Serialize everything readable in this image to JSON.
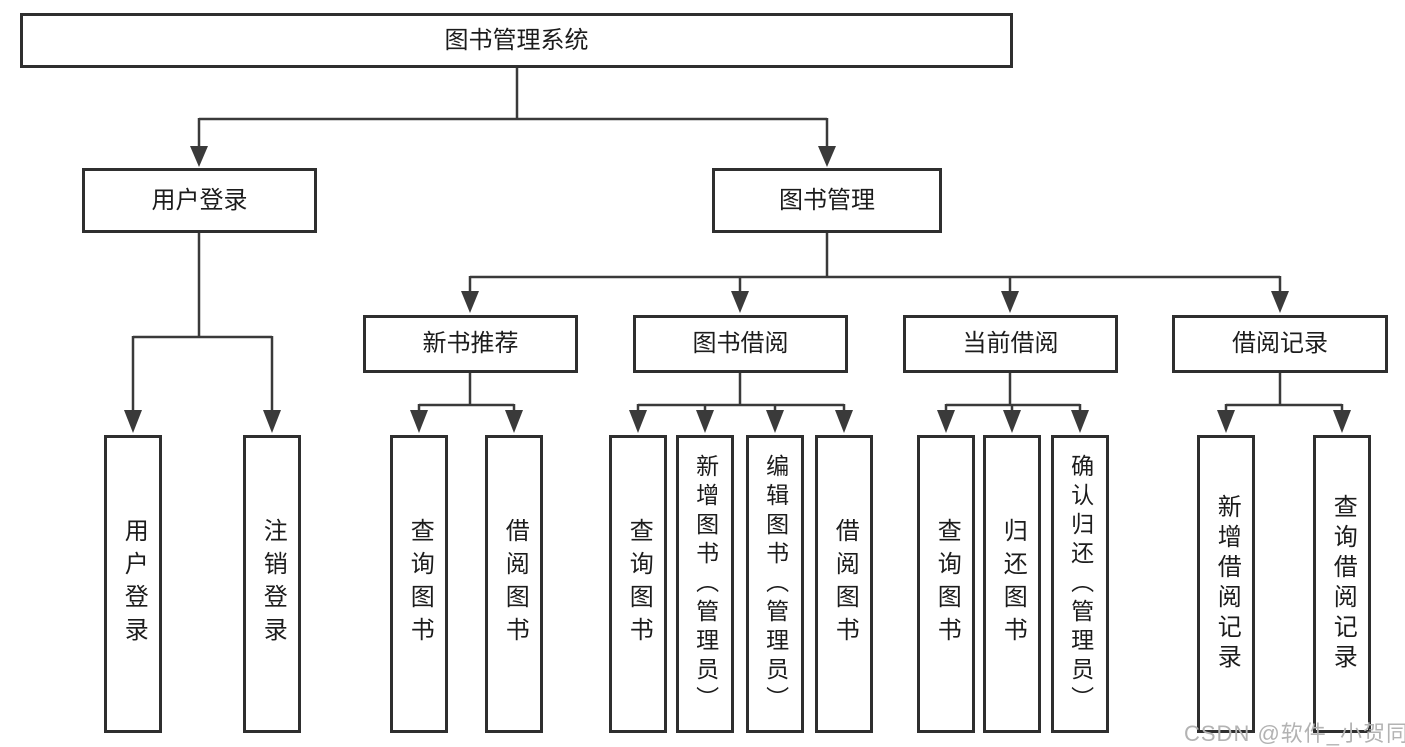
{
  "diagram": {
    "root": {
      "label": "图书管理系统"
    },
    "level1": [
      {
        "label": "用户登录",
        "parent": "图书管理系统"
      },
      {
        "label": "图书管理",
        "parent": "图书管理系统"
      }
    ],
    "level2": [
      {
        "label": "新书推荐",
        "parent": "图书管理"
      },
      {
        "label": "图书借阅",
        "parent": "图书管理"
      },
      {
        "label": "当前借阅",
        "parent": "图书管理"
      },
      {
        "label": "借阅记录",
        "parent": "图书管理"
      }
    ],
    "leaves": [
      {
        "label": "用户登录",
        "parent": "用户登录"
      },
      {
        "label": "注销登录",
        "parent": "用户登录"
      },
      {
        "label": "查询图书",
        "parent": "新书推荐"
      },
      {
        "label": "借阅图书",
        "parent": "新书推荐"
      },
      {
        "label": "查询图书",
        "parent": "图书借阅"
      },
      {
        "label": "新增图书（管理员）",
        "parent": "图书借阅"
      },
      {
        "label": "编辑图书（管理员）",
        "parent": "图书借阅"
      },
      {
        "label": "借阅图书",
        "parent": "图书借阅"
      },
      {
        "label": "查询图书",
        "parent": "当前借阅"
      },
      {
        "label": "归还图书",
        "parent": "当前借阅"
      },
      {
        "label": "确认归还（管理员）",
        "parent": "当前借阅"
      },
      {
        "label": "新增借阅记录",
        "parent": "借阅记录"
      },
      {
        "label": "查询借阅记录",
        "parent": "借阅记录"
      }
    ],
    "watermark": "CSDN @软件_小贺同学",
    "colors": {
      "line": "#3a3a3a",
      "box_border": "#2f2f2f",
      "text": "#1c1c1c",
      "watermark": "#b3b3b3",
      "background": "#ffffff"
    }
  }
}
